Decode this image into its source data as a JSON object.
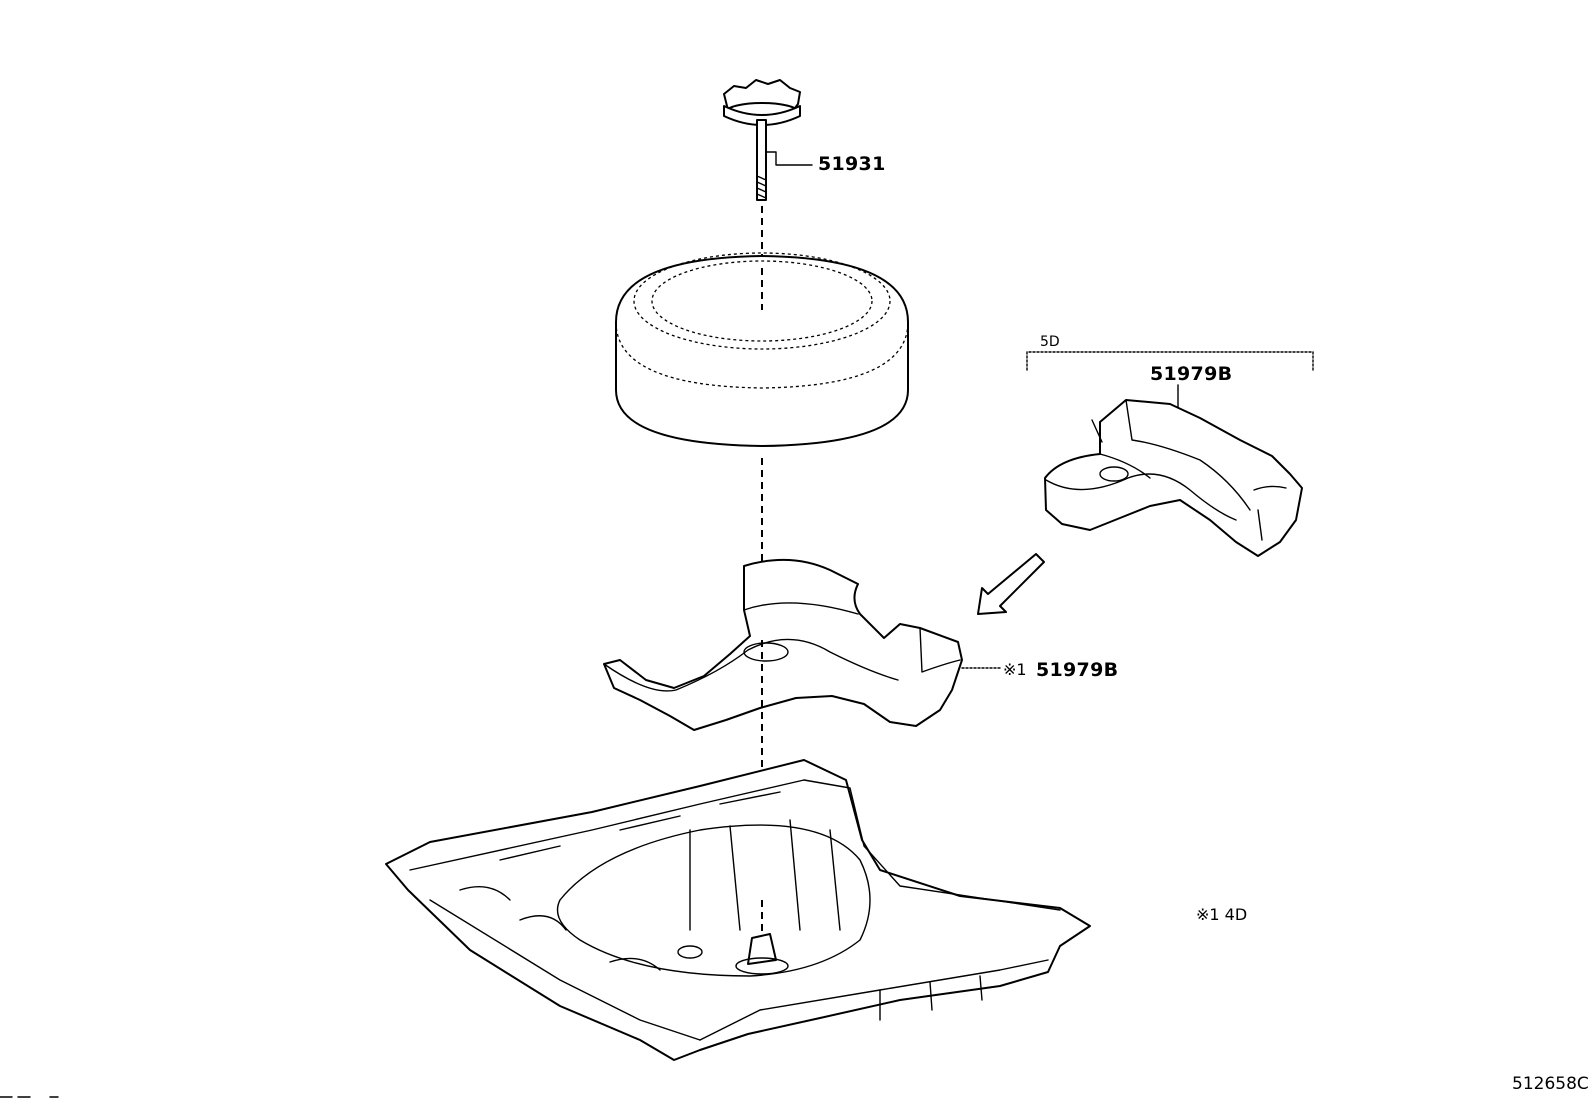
{
  "diagram": {
    "parts": {
      "bolt": "51931",
      "tray_5d": "51979B",
      "tray_4d": "51979B"
    },
    "notes": {
      "variant_5d": "5D",
      "marker_tray": "※1",
      "legend": "※1 4D"
    },
    "figure_id": "512658C"
  }
}
